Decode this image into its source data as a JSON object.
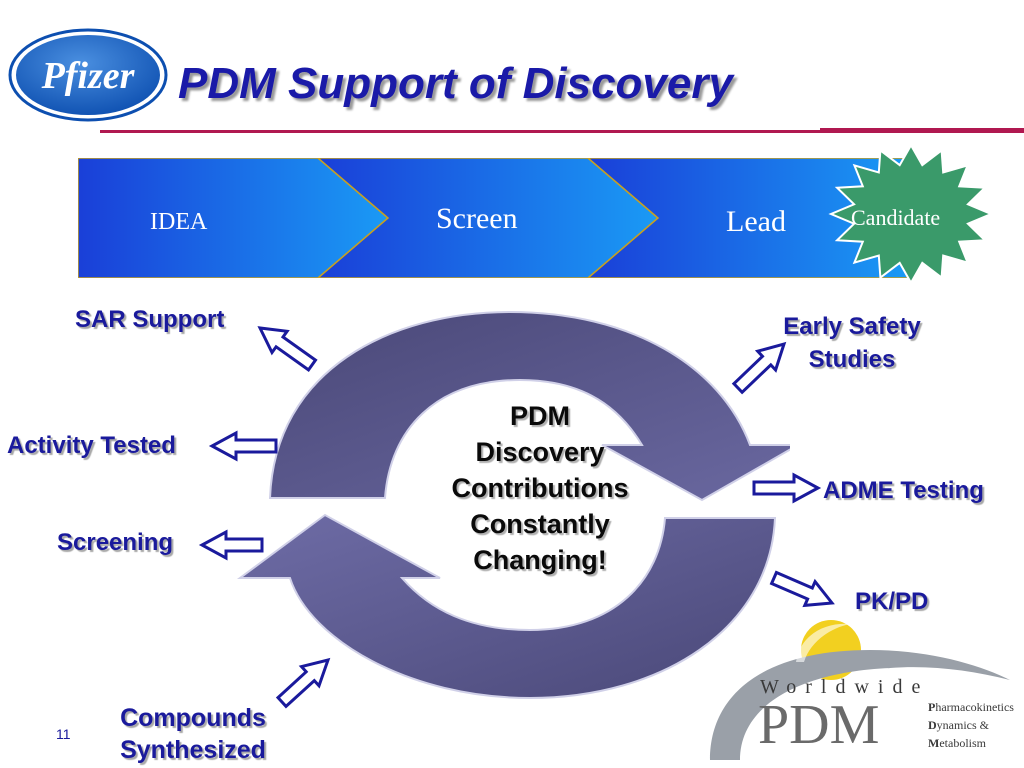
{
  "header": {
    "logo_text": "Pfizer",
    "title": "PDM Support of Discovery"
  },
  "process": {
    "stages": [
      "IDEA",
      "Screen",
      "Lead"
    ],
    "candidate": "Candidate"
  },
  "cycle": {
    "center_lines": [
      "PDM",
      "Discovery",
      "Contributions",
      "Constantly",
      "Changing!"
    ]
  },
  "labels": {
    "sar_support": "SAR Support",
    "activity_tested": "Activity Tested",
    "screening": "Screening",
    "compounds_line1": "Compounds",
    "compounds_line2": "Synthesized",
    "early_safety_line1": "Early Safety",
    "early_safety_line2": "Studies",
    "adme_testing": "ADME Testing",
    "pk_pd": "PK/PD"
  },
  "footer_logo": {
    "worldwide": "Worldwide",
    "pdm": "PDM",
    "line1_initial": "P",
    "line1_rest": "harmacokinetics",
    "line2_initial": "D",
    "line2_rest": "ynamics &",
    "line3_initial": "M",
    "line3_rest": "etabolism"
  },
  "slide_number": "11",
  "colors": {
    "title": "#1a1aa8",
    "label": "#1a1a9c",
    "accent_rule": "#b01850",
    "banner": "#1e6ef0",
    "candidate": "#3a9a6a",
    "cycle": "#5c5a8c"
  }
}
